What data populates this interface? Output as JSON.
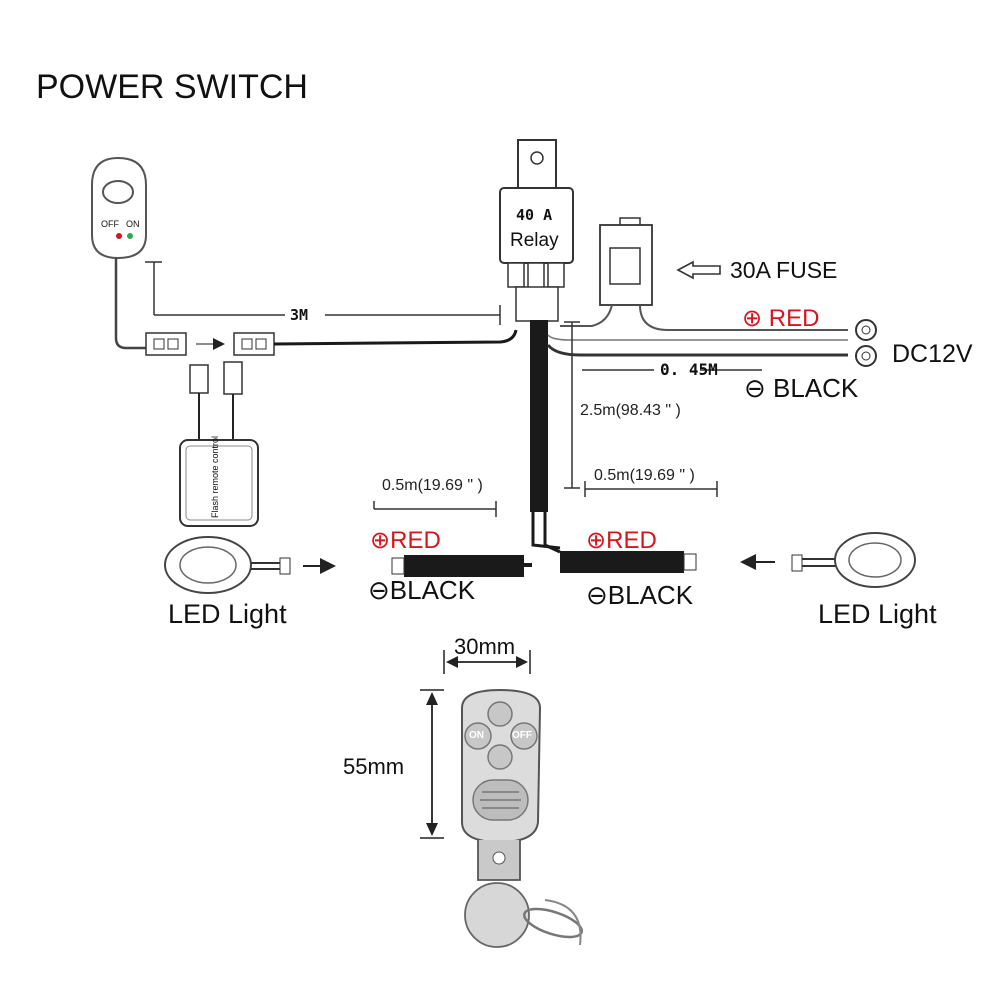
{
  "title": "POWER SWITCH",
  "switch": {
    "off": "OFF",
    "on": "ON"
  },
  "relay": {
    "rating": "40 A",
    "name": "Relay"
  },
  "fuse": {
    "label": "30A FUSE"
  },
  "power": {
    "voltage": "DC12V"
  },
  "wire_lengths": {
    "switch_cable": "3M",
    "battery_cable": "0. 45M",
    "main_trunk": "2.5m(98.43 \" )",
    "left_branch": "0.5m(19.69 \" )",
    "right_branch": "0.5m(19.69 \" )"
  },
  "polarity": {
    "battery_positive": "⊕  RED",
    "battery_negative": "⊖  BLACK",
    "left_positive": "⊕RED",
    "left_negative": "⊖BLACK",
    "right_positive": "⊕RED",
    "right_negative": "⊖BLACK"
  },
  "controller": {
    "label": "Flash remote control"
  },
  "led_left": "LED Light",
  "led_right": "LED Light",
  "remote": {
    "width": "30mm",
    "height": "55mm",
    "on_button": "ON",
    "off_button": "OFF"
  },
  "colors": {
    "positive": "#d3171e",
    "wire": "#1a1a1a",
    "switch_on": "#2aa84a",
    "switch_off": "#d3171e"
  }
}
